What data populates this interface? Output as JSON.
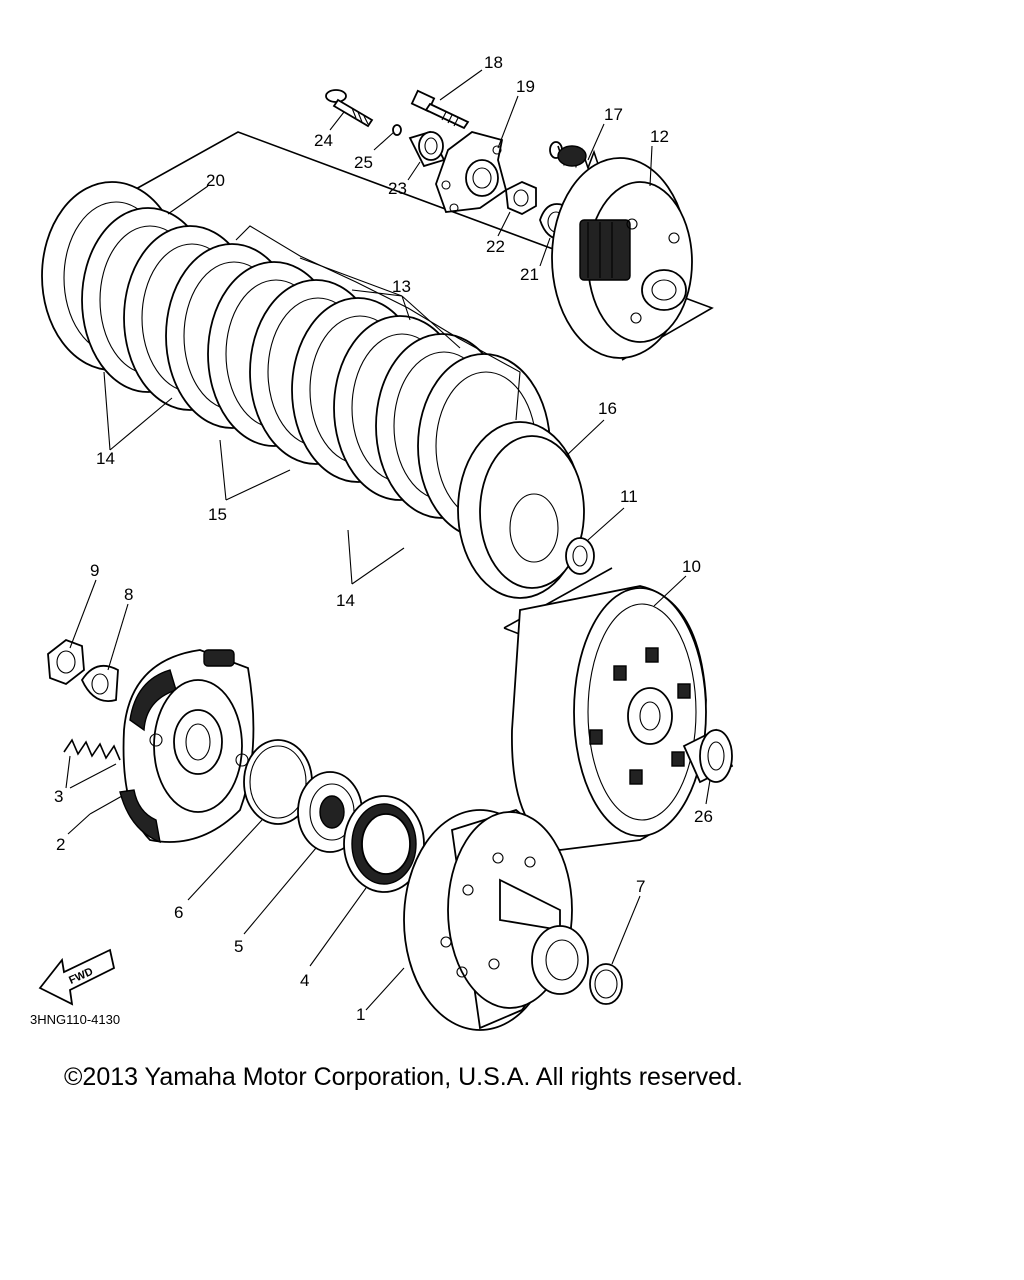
{
  "diagram": {
    "callouts": [
      "18",
      "19",
      "17",
      "12",
      "24",
      "25",
      "23",
      "22",
      "21",
      "20",
      "13",
      "16",
      "11",
      "14",
      "15",
      "9",
      "8",
      "10",
      "3",
      "2",
      "6",
      "5",
      "4",
      "7",
      "26",
      "1"
    ],
    "fwd_label": "FWD",
    "drawing_code": "3HNG110-4130"
  },
  "footer": {
    "copyright": "©2013 Yamaha Motor Corporation, U.S.A. All rights reserved."
  }
}
